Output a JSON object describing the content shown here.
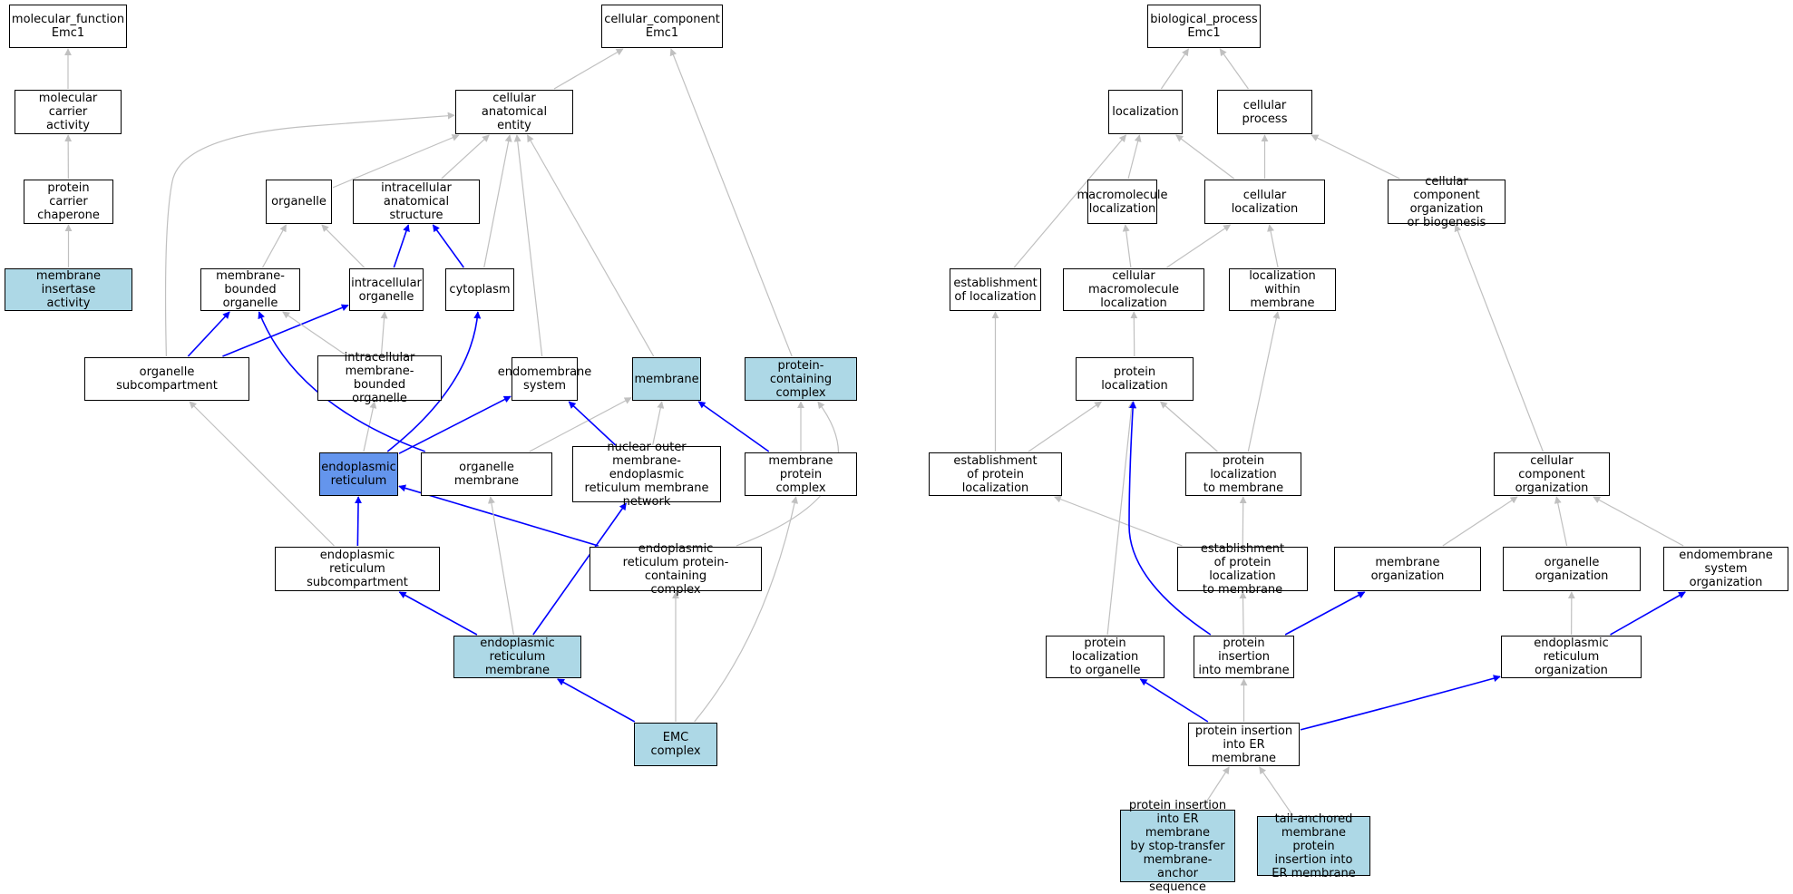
{
  "colors": {
    "annotated": "#add8e6",
    "focus": "#6495ed",
    "plain": "#ffffff",
    "edge_is_a": "#c0c0c0",
    "edge_part_of": "#0000ff"
  },
  "nodes": {
    "mf_root": {
      "label": "molecular_function\nEmc1",
      "style": "plain"
    },
    "mol_carrier": {
      "label": "molecular carrier\nactivity",
      "style": "plain"
    },
    "prot_carrier": {
      "label": "protein carrier\nchaperone",
      "style": "plain"
    },
    "mem_insertase": {
      "label": "membrane insertase\nactivity",
      "style": "annotated"
    },
    "cc_root": {
      "label": "cellular_component\nEmc1",
      "style": "plain"
    },
    "cell_anat": {
      "label": "cellular anatomical\nentity",
      "style": "plain"
    },
    "organelle": {
      "label": "organelle",
      "style": "plain"
    },
    "intra_anat": {
      "label": "intracellular\nanatomical structure",
      "style": "plain"
    },
    "mem_bounded": {
      "label": "membrane-bounded\norganelle",
      "style": "plain"
    },
    "intra_org": {
      "label": "intracellular\norganelle",
      "style": "plain"
    },
    "cytoplasm": {
      "label": "cytoplasm",
      "style": "plain"
    },
    "org_subcomp": {
      "label": "organelle subcompartment",
      "style": "plain"
    },
    "intra_mem_bounded": {
      "label": "intracellular\nmembrane-bounded\norganelle",
      "style": "plain"
    },
    "endomem_sys": {
      "label": "endomembrane\nsystem",
      "style": "plain"
    },
    "membrane": {
      "label": "membrane",
      "style": "annotated"
    },
    "prot_complex": {
      "label": "protein-containing\ncomplex",
      "style": "annotated"
    },
    "er": {
      "label": "endoplasmic\nreticulum",
      "style": "focus"
    },
    "org_membrane": {
      "label": "organelle membrane",
      "style": "plain"
    },
    "nuc_outer": {
      "label": "nuclear outer\nmembrane-endoplasmic\nreticulum membrane\nnetwork",
      "style": "plain"
    },
    "mem_prot_complex": {
      "label": "membrane protein\ncomplex",
      "style": "plain"
    },
    "er_subcomp": {
      "label": "endoplasmic\nreticulum subcompartment",
      "style": "plain"
    },
    "er_prot_complex": {
      "label": "endoplasmic\nreticulum protein-containing\ncomplex",
      "style": "plain"
    },
    "er_membrane": {
      "label": "endoplasmic\nreticulum membrane",
      "style": "annotated"
    },
    "emc_complex": {
      "label": "EMC complex",
      "style": "annotated"
    },
    "bp_root": {
      "label": "biological_process\nEmc1",
      "style": "plain"
    },
    "localization": {
      "label": "localization",
      "style": "plain"
    },
    "cell_process": {
      "label": "cellular process",
      "style": "plain"
    },
    "macro_loc": {
      "label": "macromolecule\nlocalization",
      "style": "plain"
    },
    "cell_loc": {
      "label": "cellular localization",
      "style": "plain"
    },
    "cc_org_biog": {
      "label": "cellular component\norganization\nor biogenesis",
      "style": "plain"
    },
    "estab_loc": {
      "label": "establishment\nof localization",
      "style": "plain"
    },
    "cell_macro_loc": {
      "label": "cellular macromolecule\nlocalization",
      "style": "plain"
    },
    "loc_within_mem": {
      "label": "localization\nwithin membrane",
      "style": "plain"
    },
    "prot_loc": {
      "label": "protein localization",
      "style": "plain"
    },
    "estab_prot_loc": {
      "label": "establishment\nof protein localization",
      "style": "plain"
    },
    "prot_loc_mem": {
      "label": "protein localization\nto membrane",
      "style": "plain"
    },
    "cc_org": {
      "label": "cellular component\norganization",
      "style": "plain"
    },
    "estab_prot_loc_mem": {
      "label": "establishment\nof protein localization\nto membrane",
      "style": "plain"
    },
    "mem_org": {
      "label": "membrane organization",
      "style": "plain"
    },
    "organelle_org": {
      "label": "organelle organization",
      "style": "plain"
    },
    "endomem_org": {
      "label": "endomembrane\nsystem organization",
      "style": "plain"
    },
    "prot_loc_org": {
      "label": "protein localization\nto organelle",
      "style": "plain"
    },
    "prot_ins_mem": {
      "label": "protein insertion\ninto membrane",
      "style": "plain"
    },
    "er_org": {
      "label": "endoplasmic\nreticulum organization",
      "style": "plain"
    },
    "prot_ins_er": {
      "label": "protein insertion\ninto ER membrane",
      "style": "plain"
    },
    "stop_transfer": {
      "label": "protein insertion\ninto ER membrane\nby stop-transfer\nmembrane-anchor\nsequence",
      "style": "annotated"
    },
    "tail_anchored": {
      "label": "tail-anchored\nmembrane protein\ninsertion into\nER membrane",
      "style": "annotated"
    }
  },
  "edges": [
    {
      "from": "mol_carrier",
      "to": "mf_root",
      "type": "is_a"
    },
    {
      "from": "prot_carrier",
      "to": "mol_carrier",
      "type": "is_a"
    },
    {
      "from": "mem_insertase",
      "to": "prot_carrier",
      "type": "is_a"
    },
    {
      "from": "cell_anat",
      "to": "cc_root",
      "type": "is_a"
    },
    {
      "from": "prot_complex",
      "to": "cc_root",
      "type": "is_a"
    },
    {
      "from": "organelle",
      "to": "cell_anat",
      "type": "is_a"
    },
    {
      "from": "intra_anat",
      "to": "cell_anat",
      "type": "is_a"
    },
    {
      "from": "cytoplasm",
      "to": "cell_anat",
      "type": "is_a"
    },
    {
      "from": "org_subcomp",
      "to": "cell_anat",
      "type": "is_a"
    },
    {
      "from": "endomem_sys",
      "to": "cell_anat",
      "type": "is_a"
    },
    {
      "from": "membrane",
      "to": "cell_anat",
      "type": "is_a"
    },
    {
      "from": "mem_bounded",
      "to": "organelle",
      "type": "is_a"
    },
    {
      "from": "intra_org",
      "to": "organelle",
      "type": "is_a"
    },
    {
      "from": "intra_org",
      "to": "intra_anat",
      "type": "part_of"
    },
    {
      "from": "cytoplasm",
      "to": "intra_anat",
      "type": "part_of"
    },
    {
      "from": "org_subcomp",
      "to": "mem_bounded",
      "type": "part_of"
    },
    {
      "from": "org_subcomp",
      "to": "intra_org",
      "type": "part_of"
    },
    {
      "from": "intra_mem_bounded",
      "to": "mem_bounded",
      "type": "is_a"
    },
    {
      "from": "intra_mem_bounded",
      "to": "intra_org",
      "type": "is_a"
    },
    {
      "from": "er",
      "to": "intra_mem_bounded",
      "type": "is_a"
    },
    {
      "from": "er",
      "to": "cytoplasm",
      "type": "part_of"
    },
    {
      "from": "er",
      "to": "endomem_sys",
      "type": "part_of"
    },
    {
      "from": "org_membrane",
      "to": "mem_bounded",
      "type": "part_of"
    },
    {
      "from": "org_membrane",
      "to": "membrane",
      "type": "is_a"
    },
    {
      "from": "nuc_outer",
      "to": "membrane",
      "type": "is_a"
    },
    {
      "from": "nuc_outer",
      "to": "endomem_sys",
      "type": "part_of"
    },
    {
      "from": "mem_prot_complex",
      "to": "membrane",
      "type": "part_of"
    },
    {
      "from": "mem_prot_complex",
      "to": "prot_complex",
      "type": "is_a"
    },
    {
      "from": "er_subcomp",
      "to": "er",
      "type": "part_of"
    },
    {
      "from": "er_subcomp",
      "to": "org_subcomp",
      "type": "is_a"
    },
    {
      "from": "er_prot_complex",
      "to": "er",
      "type": "part_of"
    },
    {
      "from": "er_prot_complex",
      "to": "prot_complex",
      "type": "is_a"
    },
    {
      "from": "er_membrane",
      "to": "er_subcomp",
      "type": "part_of"
    },
    {
      "from": "er_membrane",
      "to": "org_membrane",
      "type": "is_a"
    },
    {
      "from": "er_membrane",
      "to": "nuc_outer",
      "type": "part_of"
    },
    {
      "from": "emc_complex",
      "to": "er_membrane",
      "type": "part_of"
    },
    {
      "from": "emc_complex",
      "to": "er_prot_complex",
      "type": "is_a"
    },
    {
      "from": "emc_complex",
      "to": "mem_prot_complex",
      "type": "is_a"
    },
    {
      "from": "localization",
      "to": "bp_root",
      "type": "is_a"
    },
    {
      "from": "cell_process",
      "to": "bp_root",
      "type": "is_a"
    },
    {
      "from": "macro_loc",
      "to": "localization",
      "type": "is_a"
    },
    {
      "from": "cell_loc",
      "to": "localization",
      "type": "is_a"
    },
    {
      "from": "cell_loc",
      "to": "cell_process",
      "type": "is_a"
    },
    {
      "from": "cc_org_biog",
      "to": "cell_process",
      "type": "is_a"
    },
    {
      "from": "estab_loc",
      "to": "localization",
      "type": "is_a"
    },
    {
      "from": "cell_macro_loc",
      "to": "macro_loc",
      "type": "is_a"
    },
    {
      "from": "cell_macro_loc",
      "to": "cell_loc",
      "type": "is_a"
    },
    {
      "from": "loc_within_mem",
      "to": "cell_loc",
      "type": "is_a"
    },
    {
      "from": "prot_loc",
      "to": "cell_macro_loc",
      "type": "is_a"
    },
    {
      "from": "estab_prot_loc",
      "to": "estab_loc",
      "type": "is_a"
    },
    {
      "from": "estab_prot_loc",
      "to": "prot_loc",
      "type": "is_a"
    },
    {
      "from": "prot_loc_mem",
      "to": "prot_loc",
      "type": "is_a"
    },
    {
      "from": "prot_loc_mem",
      "to": "loc_within_mem",
      "type": "is_a"
    },
    {
      "from": "cc_org",
      "to": "cc_org_biog",
      "type": "is_a"
    },
    {
      "from": "estab_prot_loc_mem",
      "to": "estab_prot_loc",
      "type": "is_a"
    },
    {
      "from": "estab_prot_loc_mem",
      "to": "prot_loc_mem",
      "type": "is_a"
    },
    {
      "from": "mem_org",
      "to": "cc_org",
      "type": "is_a"
    },
    {
      "from": "organelle_org",
      "to": "cc_org",
      "type": "is_a"
    },
    {
      "from": "endomem_org",
      "to": "cc_org",
      "type": "is_a"
    },
    {
      "from": "prot_loc_org",
      "to": "prot_loc",
      "type": "is_a"
    },
    {
      "from": "prot_ins_mem",
      "to": "prot_loc",
      "type": "part_of"
    },
    {
      "from": "prot_ins_mem",
      "to": "estab_prot_loc_mem",
      "type": "is_a"
    },
    {
      "from": "prot_ins_mem",
      "to": "mem_org",
      "type": "part_of"
    },
    {
      "from": "er_org",
      "to": "organelle_org",
      "type": "is_a"
    },
    {
      "from": "er_org",
      "to": "endomem_org",
      "type": "part_of"
    },
    {
      "from": "prot_ins_er",
      "to": "prot_loc_org",
      "type": "part_of"
    },
    {
      "from": "prot_ins_er",
      "to": "prot_ins_mem",
      "type": "is_a"
    },
    {
      "from": "prot_ins_er",
      "to": "er_org",
      "type": "part_of"
    },
    {
      "from": "stop_transfer",
      "to": "prot_ins_er",
      "type": "is_a"
    },
    {
      "from": "tail_anchored",
      "to": "prot_ins_er",
      "type": "is_a"
    }
  ]
}
